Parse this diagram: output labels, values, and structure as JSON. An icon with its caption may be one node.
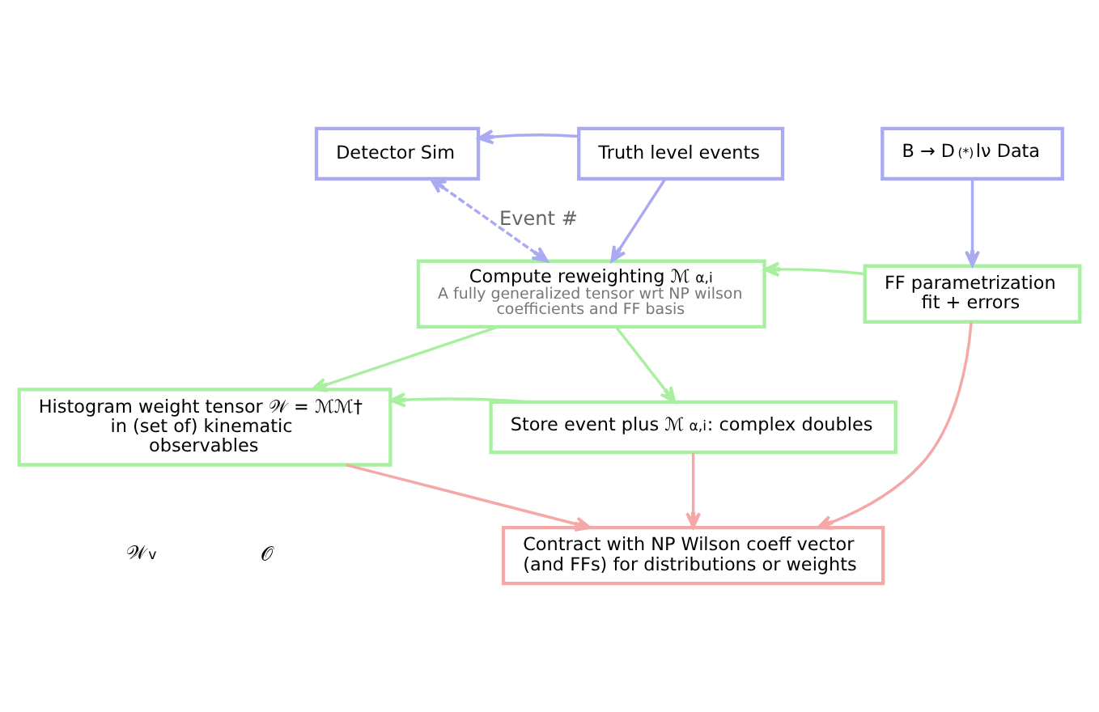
{
  "diagram": {
    "nodes": [
      {
        "text": [
          "Detector Sim"
        ]
      },
      {
        "text": [
          "Truth level events"
        ]
      },
      {
        "text": [
          "B → D$^{(*)}$lν Data"
        ]
      },
      {
        "text": [
          "Compute reweighting ℳ$_{α,i}$",
          "A fully generalized tensor wrt NP wilson coefficients and FF basis"
        ]
      },
      {
        "text": [
          "FF parametrization fit + errors"
        ]
      },
      {
        "text": [
          "Histogram weight tensor 𝒲 = ℳℳ† in (set of) kinematic observables"
        ]
      },
      {
        "text": [
          "Store event plus ℳ$_{α,i}$: complex doubles"
        ]
      },
      {
        "text": [
          "Contract with NP Wilson coeff vector (and FFs) for distributions or weights"
        ]
      }
    ],
    "edges": [
      {
        "from": 1,
        "to": 0,
        "arrow": "to",
        "color": "#aaaaf2"
      },
      {
        "from": 0,
        "to": 3,
        "arrow": "both",
        "label": "Event #",
        "style": "dashed",
        "color": "#aaaaf2"
      },
      {
        "from": 1,
        "to": 3,
        "arrow": "to",
        "color": "#aaaaf2"
      },
      {
        "from": 2,
        "to": 4,
        "arrow": "to",
        "color": "#aaaaf2"
      },
      {
        "from": 4,
        "to": 3,
        "arrow": "to"
      },
      {
        "from": 3,
        "to": 5,
        "arrow": "to"
      },
      {
        "from": 3,
        "to": 6,
        "arrow": "to"
      },
      {
        "from": 6,
        "to": 5,
        "arrow": "to"
      },
      {
        "from": 5,
        "to": 7,
        "arrow": "to",
        "color": "#f4a8a8"
      },
      {
        "from": 6,
        "to": 7,
        "arrow": "to",
        "color": "#f4a8a8"
      },
      {
        "from": 4,
        "to": 7,
        "arrow": "to",
        "color": "#f4a8a8"
      }
    ],
    "labels": [
      "𝒲$_{v}$",
      "𝒪"
    ]
  }
}
